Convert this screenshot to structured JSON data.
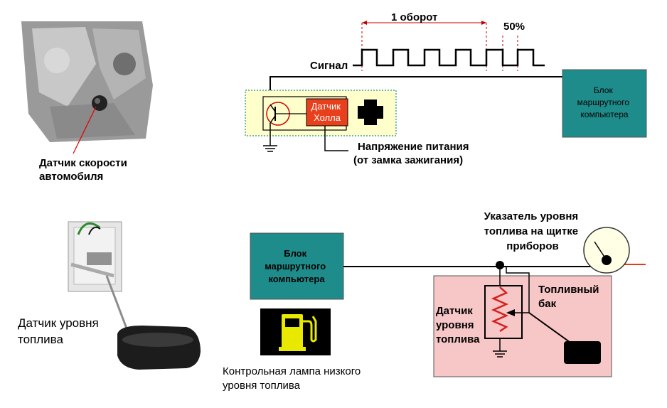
{
  "speed_sensor": {
    "photo_label": [
      "Датчик скорости",
      "автомобиля"
    ],
    "signal_label": "Сигнал",
    "one_turn_label": "1 оборот",
    "duty_label": "50%",
    "hall_label": [
      "Датчик",
      "Холла"
    ],
    "supply_label": [
      "Напряжение питания",
      "(от замка зажигания)"
    ],
    "computer_label": [
      "Блок",
      "маршрутного",
      "компьютера"
    ]
  },
  "fuel_level": {
    "photo_label": [
      "Датчик уровня",
      "топлива"
    ],
    "computer_label": [
      "Блок",
      "маршрутного",
      "компьютера"
    ],
    "gauge_label": [
      "Указатель уровня",
      "топлива на щитке",
      "приборов"
    ],
    "tank_label": [
      "Топливный",
      "бак"
    ],
    "sensor_label": [
      "Датчик",
      "уровня",
      "топлива"
    ],
    "lamp_label": [
      "Контрольная лампа низкого",
      "уровня топлива"
    ]
  },
  "colors": {
    "computer_box": "#1f8c8c",
    "hall_box": "#e8401c",
    "sensor_panel": "#ffffcc",
    "tank_panel": "#f7c6c6",
    "lamp_bg": "#000000",
    "lamp_icon": "#e8e800",
    "resistor": "#d62020"
  },
  "icons": [
    "transistor-icon",
    "ground-icon",
    "fuel-pump-icon",
    "resistor-icon",
    "gauge-icon",
    "float-icon"
  ]
}
